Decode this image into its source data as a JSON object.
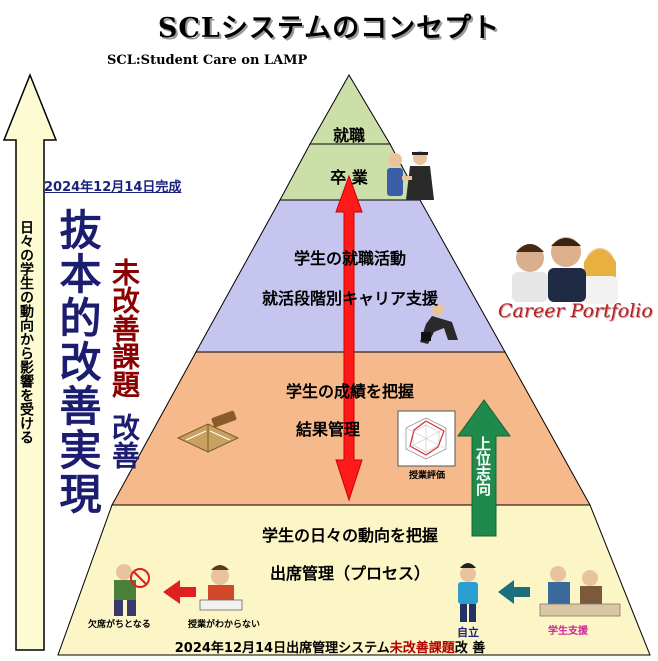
{
  "title": "SCLシステムのコンセプト",
  "subtitle": "SCL:Student Care on LAMP",
  "left": {
    "date": "2024年12月14日完成",
    "headline": "抜本的改善実現",
    "red_vertical": "未改善課題",
    "blue_vertical": "改善",
    "arrow_caption": "日々の学生の動向から影響を受ける"
  },
  "pyramid": {
    "tier1": {
      "line1": "就職",
      "line2": "卒 業"
    },
    "tier2": {
      "line1": "学生の就職活動",
      "line2": "就活段階別キャリア支援"
    },
    "tier3": {
      "line1": "学生の成績を把握",
      "line2": "結果管理",
      "chart_label": "授業評価"
    },
    "tier4": {
      "line1": "学生の日々の動向を把握",
      "line2": "出席管理（プロセス）"
    }
  },
  "up_arrow_label": "上位志向",
  "career_portfolio": "Career Portfolio",
  "bottom": {
    "absence_label": "欠席がちとなる",
    "confused_label": "授業がわからない",
    "independent_label": "自立",
    "support_label": "学生支援",
    "line_prefix": "2024年12月14日出席管理システム",
    "line_red": "未改善課題",
    "line_suffix": "改 善"
  },
  "colors": {
    "tier1": "#ccdfa8",
    "tier2": "#c5c5f0",
    "tier3": "#f6b98c",
    "tier4": "#fcf5c6",
    "red_arrow": "#ff1a1a",
    "green_arrow": "#1f8a4c",
    "up_arrow_fill": "#fdfbd2"
  }
}
